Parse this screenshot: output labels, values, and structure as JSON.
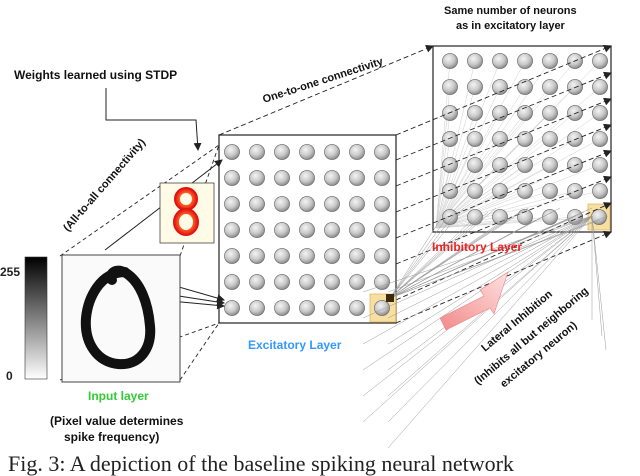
{
  "labels": {
    "weights_learned": "Weights learned using STDP",
    "one_to_one": "One-to-one connectivity",
    "all_to_all": "(All-to-all connectivity)",
    "same_number_line1": "Same number of neurons",
    "same_number_line2": "as in excitatory layer",
    "inhibitory_layer": "Inhibitory Layer",
    "excitatory_layer": "Excitatory Layer",
    "input_layer": "Input layer",
    "pixel_note_line1": "(Pixel value determines",
    "pixel_note_line2": "spike frequency)",
    "lateral_inhibition": "Lateral Inhibition",
    "inhibits_line1": "(Inhibits all but neighboring",
    "inhibits_line2": "excitatory neuron)",
    "scale_max": "255",
    "scale_min": "0"
  },
  "caption": "Fig. 3: A depiction of the baseline spiking neural network",
  "colors": {
    "input_label": "#33cc33",
    "excitatory_label": "#3399ff",
    "inhibitory_label": "#ee2222",
    "highlight": "#f7dc98",
    "neuron_fill": "#c8c8c8",
    "arrow": "#f4a3a3"
  },
  "grids": {
    "excitatory": {
      "rows": 7,
      "cols": 7
    },
    "inhibitory": {
      "rows": 7,
      "cols": 7
    }
  }
}
